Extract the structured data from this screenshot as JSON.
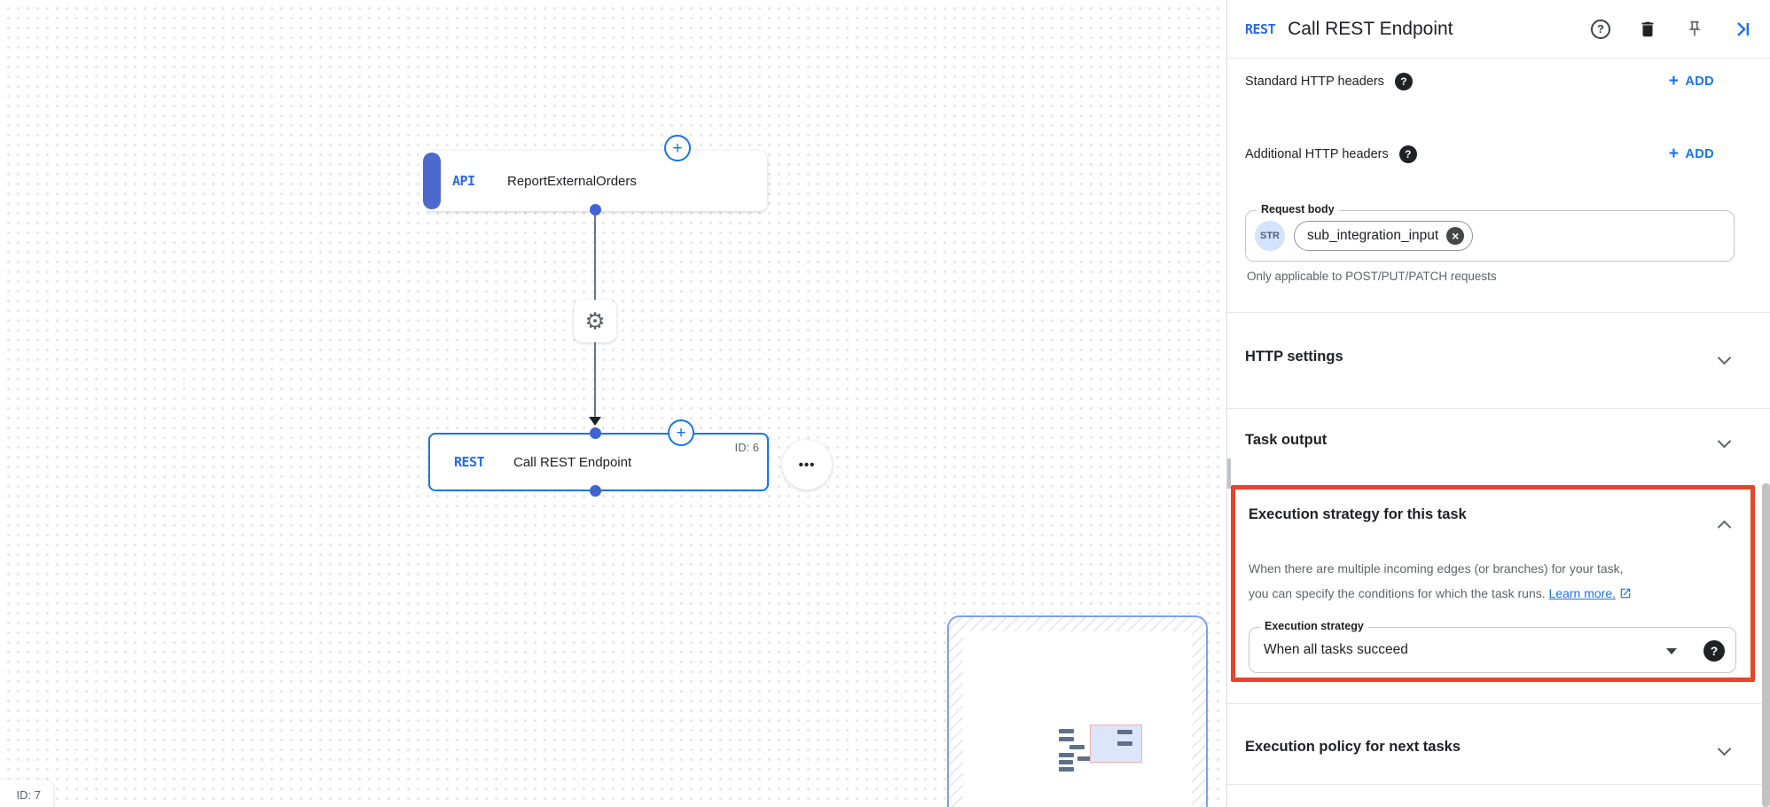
{
  "colors": {
    "accent_blue": "#1a73e8",
    "badge_blue": "#2a6ae8",
    "node_bar_indigo": "#4b68cf",
    "highlight_red": "#e8432c",
    "text_primary": "#202124",
    "text_secondary": "#5f6368"
  },
  "canvas": {
    "api_node": {
      "badge": "API",
      "title": "ReportExternalOrders"
    },
    "rest_node": {
      "badge": "REST",
      "title": "Call REST Endpoint",
      "id_label": "ID: 6"
    },
    "partial_node": {
      "id_label": "ID: 7"
    }
  },
  "panel": {
    "header": {
      "badge": "REST",
      "title": "Call REST Endpoint"
    },
    "standard_headers": {
      "label": "Standard HTTP headers",
      "action_label": "ADD"
    },
    "additional_headers": {
      "label": "Additional HTTP headers",
      "action_label": "ADD"
    },
    "request_body": {
      "label": "Request body",
      "type_badge": "STR",
      "value_chip": "sub_integration_input",
      "helper": "Only applicable to POST/PUT/PATCH requests"
    },
    "http_settings": {
      "title": "HTTP settings"
    },
    "task_output": {
      "title": "Task output"
    },
    "execution_strategy": {
      "title": "Execution strategy for this task",
      "description_line1": "When there are multiple incoming edges (or branches) for your task,",
      "description_line2": "you can specify the conditions for which the task runs.",
      "link_label": "Learn more.",
      "field_label": "Execution strategy",
      "field_value": "When all tasks succeed"
    },
    "execution_policy": {
      "title": "Execution policy for next tasks"
    }
  },
  "icons": {
    "plus": "+",
    "help": "?",
    "close": "×",
    "gear": "⚙",
    "more": "•••",
    "add_plus": "+"
  }
}
